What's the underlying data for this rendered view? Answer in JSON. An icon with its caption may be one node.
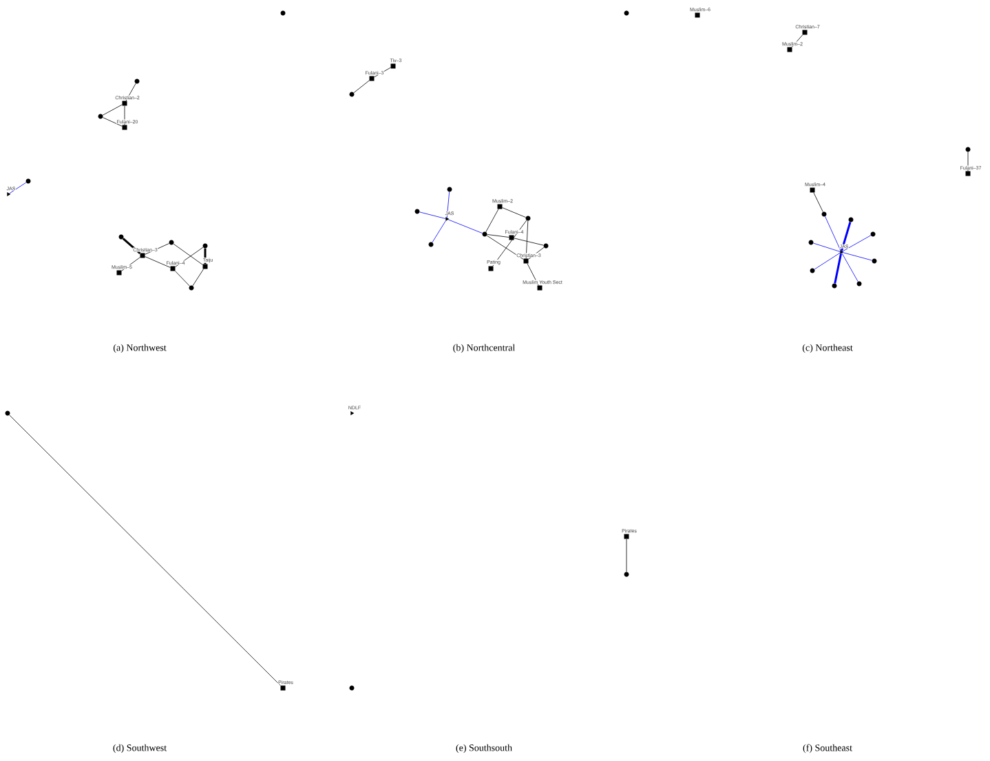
{
  "diagram": {
    "nodes": [
      {
        "text": [],
        "shape": "circle"
      },
      {
        "text": [],
        "shape": "circle"
      },
      {
        "text": [],
        "shape": "box",
        "beside": [
          "Christian–2"
        ]
      },
      {
        "text": [],
        "shape": "circle"
      },
      {
        "text": [],
        "shape": "box",
        "beside": [
          "Fulani–20"
        ]
      },
      {
        "text": [],
        "shape": "circle"
      },
      {
        "text": [],
        "shape": "triangle",
        "beside": [
          "JAS"
        ]
      },
      {
        "text": [],
        "shape": "circle"
      },
      {
        "text": [],
        "shape": "circle"
      },
      {
        "text": [],
        "shape": "circle"
      },
      {
        "text": [],
        "shape": "box",
        "beside": [
          "Christian–3"
        ]
      },
      {
        "text": [],
        "shape": "box",
        "beside": [
          "Muslim–5"
        ]
      },
      {
        "text": [],
        "shape": "box",
        "beside": [
          "Fulani–4"
        ]
      },
      {
        "text": [],
        "shape": "box",
        "beside": [
          "Taiju"
        ]
      },
      {
        "text": [],
        "shape": "circle"
      },
      {
        "text": [],
        "shape": "box",
        "beside": [
          "Tiv–3"
        ]
      },
      {
        "text": [],
        "shape": "box",
        "beside": [
          "Fulani–3"
        ]
      },
      {
        "text": [],
        "shape": "circle"
      },
      {
        "text": [],
        "shape": "circle"
      },
      {
        "text": [],
        "shape": "circle"
      },
      {
        "text": [],
        "shape": "triangle",
        "beside": [
          "JAS"
        ]
      },
      {
        "text": [],
        "shape": "circle"
      },
      {
        "text": [],
        "shape": "box",
        "beside": [
          "Muslim–2"
        ]
      },
      {
        "text": [],
        "shape": "circle"
      },
      {
        "text": [],
        "shape": "circle"
      },
      {
        "text": [],
        "shape": "box",
        "beside": [
          "Fulani–4"
        ]
      },
      {
        "text": [],
        "shape": "circle"
      },
      {
        "text": [],
        "shape": "box",
        "beside": [
          "Christian–3"
        ]
      },
      {
        "text": [],
        "shape": "box",
        "beside": [
          "Pating"
        ]
      },
      {
        "text": [],
        "shape": "box",
        "beside": [
          "Muslim Youth Sect"
        ]
      },
      {
        "text": [],
        "shape": "circle"
      },
      {
        "text": [],
        "shape": "box",
        "beside": [
          "Muslim–6"
        ]
      },
      {
        "text": [],
        "shape": "box",
        "beside": [
          "Christian–7"
        ]
      },
      {
        "text": [],
        "shape": "box",
        "beside": [
          "Muslim–2"
        ]
      },
      {
        "text": [],
        "shape": "circle"
      },
      {
        "text": [],
        "shape": "box",
        "beside": [
          "Fulani–37"
        ]
      },
      {
        "text": [],
        "shape": "box",
        "beside": [
          "Muslim–4"
        ]
      },
      {
        "text": [],
        "shape": "circle"
      },
      {
        "text": [],
        "shape": "circle"
      },
      {
        "text": [],
        "shape": "circle"
      },
      {
        "text": [],
        "shape": "circle"
      },
      {
        "text": [],
        "shape": "triangle",
        "beside": [
          "JAS"
        ]
      },
      {
        "text": [],
        "shape": "circle"
      },
      {
        "text": [],
        "shape": "circle"
      },
      {
        "text": [],
        "shape": "circle"
      },
      {
        "text": [],
        "shape": "circle"
      },
      {
        "text": [],
        "shape": "circle"
      },
      {
        "text": [],
        "shape": "box",
        "beside": [
          "Pirates"
        ]
      },
      {
        "text": [],
        "shape": "triangle",
        "beside": [
          "NDLF"
        ]
      },
      {
        "text": [],
        "shape": "circle"
      },
      {
        "text": [],
        "shape": "box",
        "beside": [
          "Pirates"
        ]
      },
      {
        "text": [],
        "shape": "circle"
      }
    ],
    "edges": [
      {
        "from": 1,
        "to": 2,
        "arrow": "none"
      },
      {
        "from": 2,
        "to": 4,
        "arrow": "none"
      },
      {
        "from": 2,
        "to": 3,
        "arrow": "none"
      },
      {
        "from": 3,
        "to": 4,
        "arrow": "none"
      },
      {
        "from": 5,
        "to": 6,
        "arrow": "none",
        "color": "#0000ff"
      },
      {
        "from": 7,
        "to": 10,
        "arrow": "none",
        "style": "thick"
      },
      {
        "from": 10,
        "to": 11,
        "arrow": "none"
      },
      {
        "from": 10,
        "to": 8,
        "arrow": "none"
      },
      {
        "from": 10,
        "to": 12,
        "arrow": "none"
      },
      {
        "from": 8,
        "to": 13,
        "arrow": "none"
      },
      {
        "from": 12,
        "to": 9,
        "arrow": "none"
      },
      {
        "from": 9,
        "to": 13,
        "arrow": "none",
        "style": "thick"
      },
      {
        "from": 12,
        "to": 14,
        "arrow": "none"
      },
      {
        "from": 13,
        "to": 14,
        "arrow": "none"
      },
      {
        "from": 15,
        "to": 16,
        "arrow": "none"
      },
      {
        "from": 16,
        "to": 17,
        "arrow": "none"
      },
      {
        "from": 18,
        "to": 20,
        "arrow": "none",
        "color": "#0000ff"
      },
      {
        "from": 19,
        "to": 20,
        "arrow": "none",
        "color": "#0000ff"
      },
      {
        "from": 21,
        "to": 20,
        "arrow": "none",
        "color": "#0000ff"
      },
      {
        "from": 20,
        "to": 24,
        "arrow": "none",
        "color": "#0000ff"
      },
      {
        "from": 22,
        "to": 24,
        "arrow": "none"
      },
      {
        "from": 22,
        "to": 23,
        "arrow": "none"
      },
      {
        "from": 23,
        "to": 27,
        "arrow": "none"
      },
      {
        "from": 23,
        "to": 28,
        "arrow": "none"
      },
      {
        "from": 24,
        "to": 25,
        "arrow": "none"
      },
      {
        "from": 24,
        "to": 27,
        "arrow": "none"
      },
      {
        "from": 25,
        "to": 26,
        "arrow": "none"
      },
      {
        "from": 26,
        "to": 27,
        "arrow": "none"
      },
      {
        "from": 27,
        "to": 29,
        "arrow": "none"
      },
      {
        "from": 32,
        "to": 33,
        "arrow": "none"
      },
      {
        "from": 34,
        "to": 35,
        "arrow": "none"
      },
      {
        "from": 36,
        "to": 37,
        "arrow": "none"
      },
      {
        "from": 37,
        "to": 41,
        "arrow": "none",
        "color": "#0000ff"
      },
      {
        "from": 38,
        "to": 41,
        "arrow": "none",
        "color": "#0000ff",
        "style": "thick"
      },
      {
        "from": 39,
        "to": 41,
        "arrow": "none",
        "color": "#0000ff"
      },
      {
        "from": 40,
        "to": 41,
        "arrow": "none",
        "color": "#0000ff"
      },
      {
        "from": 42,
        "to": 41,
        "arrow": "none",
        "color": "#0000ff"
      },
      {
        "from": 43,
        "to": 41,
        "arrow": "none",
        "color": "#0000ff"
      },
      {
        "from": 44,
        "to": 41,
        "arrow": "none",
        "color": "#0000ff",
        "style": "thick"
      },
      {
        "from": 45,
        "to": 41,
        "arrow": "none",
        "color": "#0000ff"
      },
      {
        "from": 46,
        "to": 47,
        "arrow": "none"
      },
      {
        "from": 50,
        "to": 51,
        "arrow": "none"
      }
    ],
    "labels": [
      "(a) Northwest",
      "(b) Northcentral",
      "(c) Northeast",
      "(d) Southwest",
      "(e) Southsouth",
      "(f) Southeast"
    ]
  }
}
